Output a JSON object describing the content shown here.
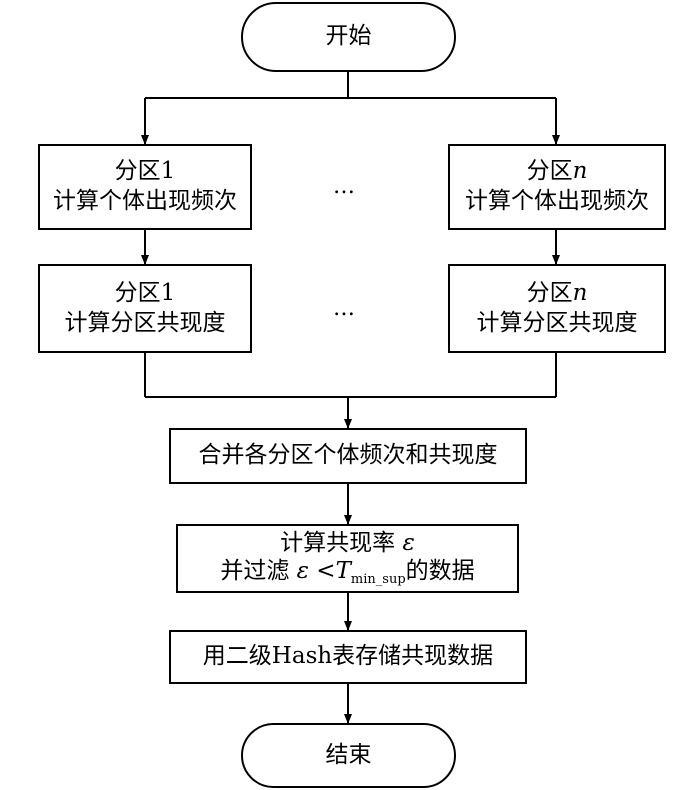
{
  "start": "开始",
  "partition1_count": {
    "line1": "分区1",
    "line2": "计算个体出现频次"
  },
  "partitionN_count": {
    "line1_prefix": "分区",
    "line1_var": "n",
    "line2": "计算个体出现频次"
  },
  "partition1_cooc": {
    "line1": "分区1",
    "line2": "计算分区共现度"
  },
  "partitionN_cooc": {
    "line1_prefix": "分区",
    "line1_var": "n",
    "line2": "计算分区共现度"
  },
  "ellipsis": "…",
  "merge": "合并各分区个体频次和共现度",
  "filter": {
    "line1": "计算共现率",
    "epsilon": "ε",
    "line2_prefix": "并过滤",
    "lt": "<",
    "T": "T",
    "T_sub": "min_sup",
    "line2_suffix": "的数据"
  },
  "store": "用二级Hash表存储共现数据",
  "end": "结束"
}
